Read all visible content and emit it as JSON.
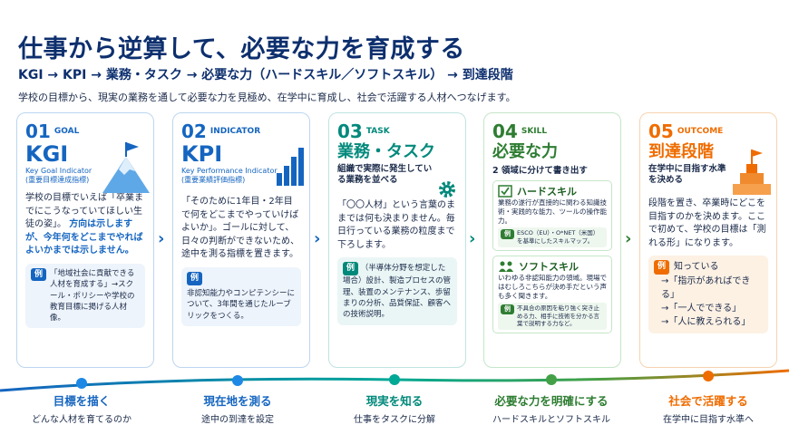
{
  "header": {
    "title": "仕事から逆算して、必要な力を育成する",
    "subtitle": "KGI → KPI → 業務・タスク → 必要な力（ハードスキル／ソフトスキル） → 到達段階",
    "description": "学校の目標から、現実の業務を通して必要な力を見極め、在学中に育成し、社会で活躍する人材へつなげます。"
  },
  "colors": {
    "blue": "#1565c0",
    "teal": "#00897b",
    "green": "#2e7d32",
    "orange": "#ef6c00",
    "navy": "#0d2f6e"
  },
  "cards": [
    {
      "num": "01",
      "tag": "GOAL",
      "title": "KGI",
      "en": "Key Goal Indicator",
      "jp_sub": "(重要目標達成指標)",
      "body": "学校の目標でいえば「卒業までにこうなっていてほしい生徒の姿」。",
      "highlight": "方向は示しますが、今年何をどこまでやればよいかまでは示しません。",
      "ex_badge": "例",
      "example": "「地域社会に貢献できる人材を育成する」→スクール・ポリシーや学校の教育目標に掲げる人材像。",
      "icon": "mountain-flag-icon"
    },
    {
      "num": "02",
      "tag": "INDICATOR",
      "title": "KPI",
      "en": "Key Performance Indicator",
      "jp_sub": "(重要業績評価指標)",
      "body": "「そのために1年目・2年目で何をどこまでやっていけばよいか」。ゴールに対して、日々の判断ができないため、途中を測る指標を置きます。",
      "ex_badge": "例",
      "example": "非認知能力やコンピテンシーについて、3年間を通じたルーブリックをつくる。",
      "icon": "bar-chart-icon"
    },
    {
      "num": "03",
      "tag": "TASK",
      "title": "業務・タスク",
      "lead": "組織で実際に発生している業務を並べる",
      "body": "「〇〇人材」という言葉のままでは何も決まりません。毎日行っている業務の粒度まで下ろします。",
      "ex_badge": "例",
      "example": "（半導体分野を想定した場合）設計、製造プロセスの管理、装置のメンテナンス、歩留まりの分析、品質保証、顧客への技術説明。",
      "icon": "gear-icon"
    },
    {
      "num": "04",
      "tag": "SKILL",
      "title": "必要な力",
      "lead": "2 領域に分けて書き出す",
      "hard_title": "ハードスキル",
      "hard_text": "業務の遂行が直接的に関わる知識技術・実践的な能力、ツールの操作能力。",
      "hard_badge": "例",
      "hard_example": "ESCO（EU）・O*NET（米国）を基準にしたスキルマップ。",
      "soft_title": "ソフトスキル",
      "soft_text": "いわゆる非認知能力の領域。現場ではむしろこちらが決め手だという声も多く聞きます。",
      "soft_badge": "例",
      "soft_example": "不具合の原因を粘り強く突き止める力、相手に技術を分かる言葉で説明する力など。",
      "icon": "checkbox-icon"
    },
    {
      "num": "05",
      "tag": "OUTCOME",
      "title": "到達段階",
      "lead": "在学中に目指す水準を決める",
      "body": "段階を置き、卒業時にどこを目指すのかを決めます。ここで初めて、学校の目標は「測れる形」になります。",
      "ex_badge": "例",
      "ex_label": "知っている",
      "steps": [
        "→「指示があればできる」",
        "→「一人でできる」",
        "→「人に教えられる」"
      ],
      "icon": "stairs-flag-icon"
    }
  ],
  "timeline": [
    {
      "main": "目標を描く",
      "sub": "どんな人材を育てるのか"
    },
    {
      "main": "現在地を測る",
      "sub": "途中の到達を設定"
    },
    {
      "main": "現実を知る",
      "sub": "仕事をタスクに分解"
    },
    {
      "main": "必要な力を明確にする",
      "sub": "ハードスキルとソフトスキル"
    },
    {
      "main": "社会で活躍する",
      "sub": "在学中に目指す水準へ"
    }
  ],
  "arrow_glyph": "›"
}
